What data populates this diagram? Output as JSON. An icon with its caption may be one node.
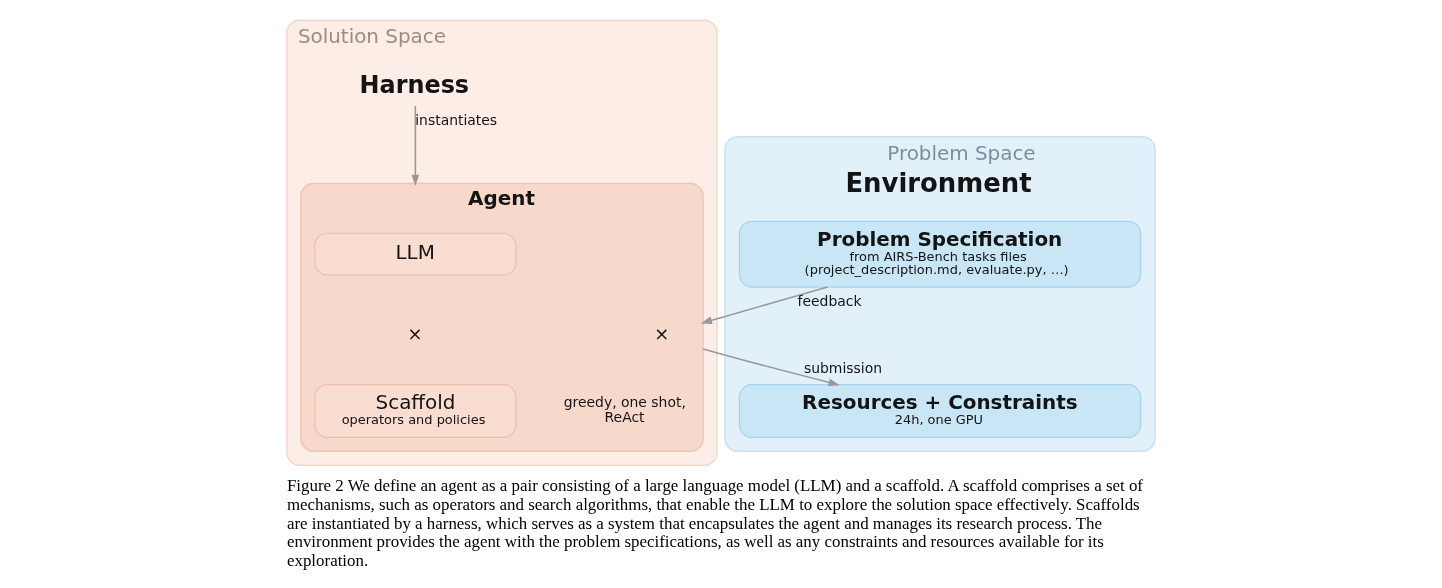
{
  "diagram": {
    "caption": "Figure 2 We define an agent as a pair consisting of a large language model (LLM) and a scaffold. A scaffold comprises a set of mechanisms, such as operators and search algorithms, that enable the LLM to explore the solution space effectively. Scaffolds are instantiated by a harness, which serves as a system that encapsulates the agent and manages its research process. The environment provides the agent with the problem specifications, as well as any constraints and resources available for its exploration.",
    "nodes": [
      {
        "text": [
          "Solution Space"
        ]
      },
      {
        "text": [
          "Harness"
        ],
        "in": 0
      },
      {
        "text": [
          "Agent"
        ],
        "in": 0
      },
      {
        "text": [
          "LLM"
        ],
        "in": 2
      },
      {
        "text": [
          "Scaffold",
          "operators and policies"
        ],
        "in": 2
      },
      {
        "text": [
          "Problem Space",
          "Environment"
        ]
      },
      {
        "text": [
          "Problem Specification",
          "from AIRS-Bench tasks files (project_description.md, evaluate.py, …)"
        ],
        "in": 5
      },
      {
        "text": [
          "Resources + Constraints",
          "24h, one GPU"
        ],
        "in": 5
      }
    ],
    "edges": [
      {
        "from": 1,
        "to": 2,
        "arrow": "to",
        "label": "instantiates"
      },
      {
        "from": 6,
        "to": 2,
        "arrow": "to",
        "label": "feedback"
      },
      {
        "from": 2,
        "to": 7,
        "arrow": "to",
        "label": "submission"
      }
    ],
    "labels": [
      "×",
      "×",
      "greedy, one shot, ReAct"
    ]
  }
}
